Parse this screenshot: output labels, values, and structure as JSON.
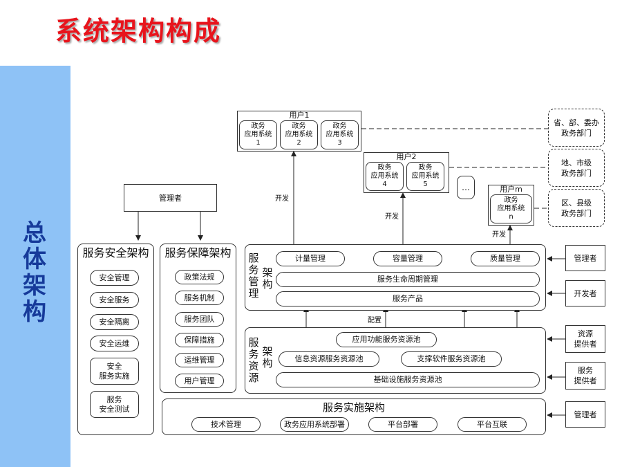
{
  "title": "系统架构构成",
  "side_title": [
    "总",
    "体",
    "架",
    "构"
  ],
  "users": [
    {
      "label": "用户1",
      "systems": [
        {
          "l1": "政务",
          "l2": "应用系统",
          "n": "1"
        },
        {
          "l1": "政务",
          "l2": "应用系统",
          "n": "2"
        },
        {
          "l1": "政务",
          "l2": "应用系统",
          "n": "3"
        }
      ]
    },
    {
      "label": "用户2",
      "systems": [
        {
          "l1": "政务",
          "l2": "应用系统",
          "n": "4"
        },
        {
          "l1": "政务",
          "l2": "应用系统",
          "n": "5"
        }
      ]
    },
    {
      "label": "用户m",
      "systems": [
        {
          "l1": "政务",
          "l2": "应用系统",
          "n": "n"
        }
      ]
    }
  ],
  "ellipsis": "…",
  "depts": [
    "省、部、委办\n政务部门",
    "地、市级\n政务部门",
    "区、县级\n政务部门"
  ],
  "develop_label": "开发",
  "config_label": "配置",
  "top_manager": "管理者",
  "security": {
    "title": "服务安全架构",
    "items": [
      "安全管理",
      "安全服务",
      "安全隔离",
      "安全运维",
      "安全\n服务实施",
      "服务\n安全测试"
    ]
  },
  "guarantee": {
    "title": "服务保障架构",
    "items": [
      "政策法规",
      "服务机制",
      "服务团队",
      "保障措施",
      "运维管理",
      "用户管理"
    ]
  },
  "mgmt": {
    "title_a": "服务\n管理",
    "title_b": "架\n构",
    "items": [
      "计量管理",
      "容量管理",
      "质量管理"
    ],
    "lifecycle": "服务生命周期管理",
    "product": "服务产品"
  },
  "resource": {
    "title_a": "服务\n资源",
    "title_b": "架\n构",
    "app_pool": "应用功能服务资源池",
    "info_pool": "信息资源服务资源池",
    "support_pool": "支撑软件服务资源池",
    "infra_pool": "基础设施服务资源池"
  },
  "impl": {
    "title": "服务实施架构",
    "items": [
      "技术管理",
      "政务应用系统部署",
      "平台部署",
      "平台互联"
    ]
  },
  "actors": [
    "管理者",
    "开发者",
    "资源\n提供者",
    "服务\n提供者",
    "管理者"
  ]
}
